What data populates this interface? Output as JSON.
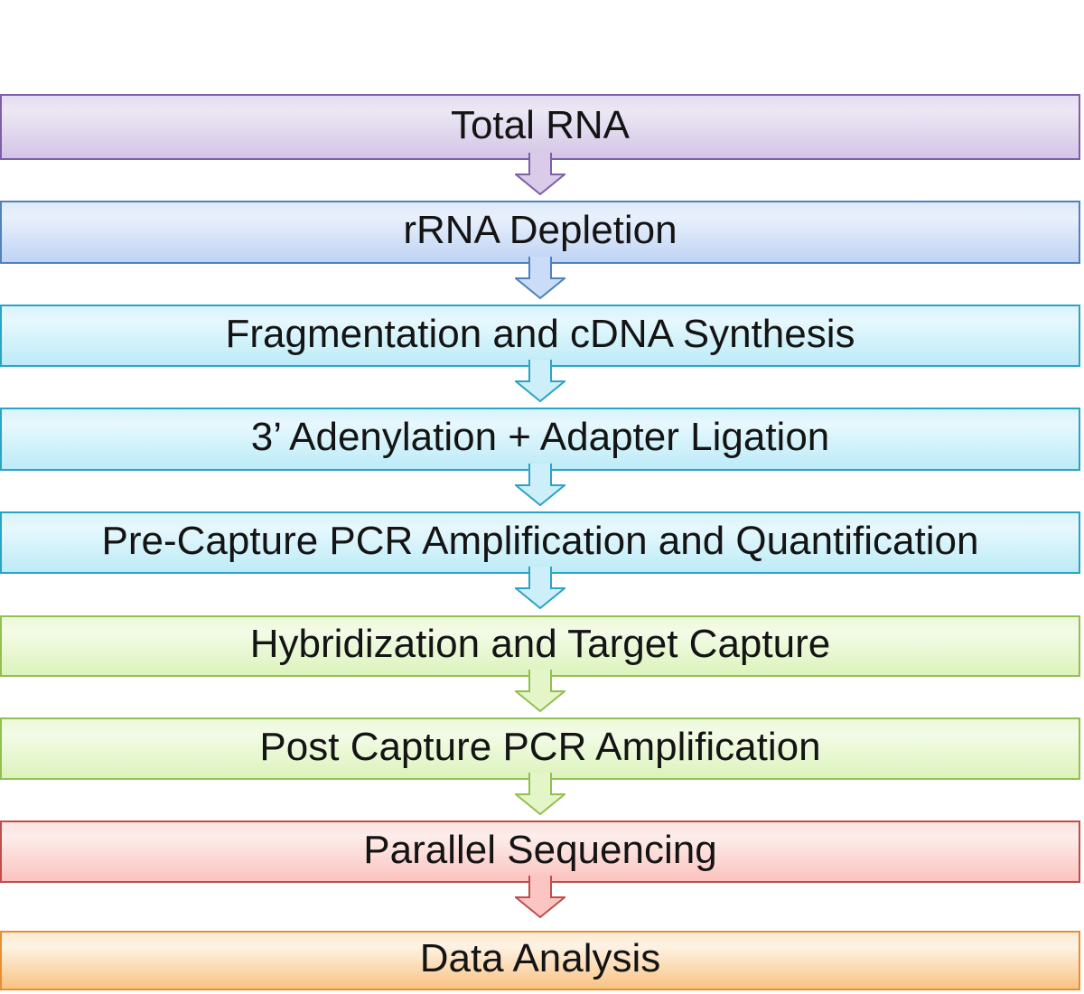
{
  "steps": [
    {
      "label": "Total RNA",
      "colors": {
        "fill_top": "#e5ddf0",
        "fill_light": "#ece7f5",
        "fill_bottom": "#d3c5e5",
        "border": "#7e5fa7",
        "arrow_fill": "#d9cbe9",
        "arrow_border": "#7e5fa7"
      }
    },
    {
      "label": "rRNA Depletion",
      "colors": {
        "fill_top": "#dde9fa",
        "fill_light": "#e9f0fc",
        "fill_bottom": "#bed3f4",
        "border": "#4f81bd",
        "arrow_fill": "#cadcf7",
        "arrow_border": "#4f81bd"
      }
    },
    {
      "label": "Fragmentation and cDNA Synthesis",
      "colors": {
        "fill_top": "#d9f3fb",
        "fill_light": "#e6f8fd",
        "fill_bottom": "#bcebf7",
        "border": "#2ba3c6",
        "arrow_fill": "#cdeff9",
        "arrow_border": "#2ba3c6"
      }
    },
    {
      "label": "3’ Adenylation + Adapter Ligation",
      "colors": {
        "fill_top": "#d9f3fb",
        "fill_light": "#e6f8fd",
        "fill_bottom": "#bcebf7",
        "border": "#2ba3c6",
        "arrow_fill": "#cdeff9",
        "arrow_border": "#2ba3c6"
      }
    },
    {
      "label": "Pre-Capture PCR Amplification and Quantification",
      "colors": {
        "fill_top": "#d9f3fb",
        "fill_light": "#e6f8fd",
        "fill_bottom": "#bcebf7",
        "border": "#2ba3c6",
        "arrow_fill": "#cdeff9",
        "arrow_border": "#2ba3c6"
      }
    },
    {
      "label": "Hybridization and Target Capture",
      "colors": {
        "fill_top": "#ecf8d9",
        "fill_light": "#f3fbe7",
        "fill_bottom": "#dcf3bb",
        "border": "#92c050",
        "arrow_fill": "#e4f5c8",
        "arrow_border": "#92c050"
      }
    },
    {
      "label": "Post Capture PCR Amplification",
      "colors": {
        "fill_top": "#ecf8d9",
        "fill_light": "#f3fbe7",
        "fill_bottom": "#dcf3bb",
        "border": "#92c050",
        "arrow_fill": "#e4f5c8",
        "arrow_border": "#92c050"
      }
    },
    {
      "label": "Parallel Sequencing",
      "colors": {
        "fill_top": "#fce4e1",
        "fill_light": "#fdedea",
        "fill_bottom": "#fbc2be",
        "border": "#bf4e4b",
        "arrow_fill": "#fbc6c2",
        "arrow_border": "#bf4e4b"
      }
    },
    {
      "label": "Data Analysis",
      "colors": {
        "fill_top": "#fcebd4",
        "fill_light": "#fdf2e3",
        "fill_bottom": "#f9c383",
        "border": "#e78f30"
      }
    }
  ]
}
